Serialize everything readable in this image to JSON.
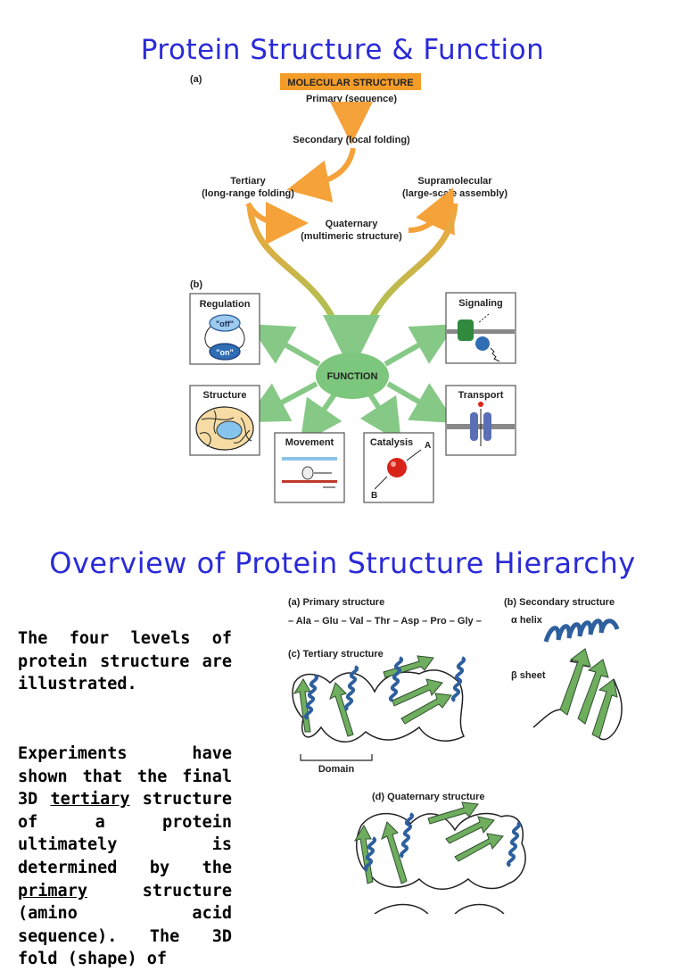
{
  "slide1": {
    "title": "Protein Structure & Function",
    "panel_a_label": "(a)",
    "panel_b_label": "(b)",
    "molecular_structure": "MOLECULAR STRUCTURE",
    "primary": "Primary (sequence)",
    "secondary": "Secondary (local folding)",
    "tertiary_1": "Tertiary",
    "tertiary_2": "(long-range folding)",
    "supramolecular_1": "Supramolecular",
    "supramolecular_2": "(large-scale assembly)",
    "quaternary_1": "Quaternary",
    "quaternary_2": "(multimeric structure)",
    "function": "FUNCTION",
    "regulation": "Regulation",
    "off": "\"off\"",
    "on": "\"on\"",
    "signaling": "Signaling",
    "structure": "Structure",
    "transport": "Transport",
    "movement": "Movement",
    "catalysis": "Catalysis",
    "cat_a": "A",
    "cat_b": "B"
  },
  "slide2": {
    "title": "Overview of Protein Structure Hierarchy",
    "para1": "The four levels of protein structure are illustrated.",
    "para2_a": "Experiments have shown that the final 3D ",
    "para2_u1": "tertiary",
    "para2_b": " structure of a protein ultimately is determined by the ",
    "para2_u2": "primary",
    "para2_c": " structure (amino acid sequence). The 3D fold (shape) of",
    "primary_label": "(a) Primary structure",
    "sequence": "– Ala – Glu – Val – Thr – Asp – Pro – Gly –",
    "secondary_label": "(b) Secondary structure",
    "alpha_helix": "α helix",
    "beta_sheet": "β sheet",
    "tertiary_label": "(c) Tertiary structure",
    "domain": "Domain",
    "quaternary_label": "(d) Quaternary structure"
  },
  "colors": {
    "title": "#2a2ad8",
    "orange_box": "#f39c27",
    "arrow_orange": "#f5a23a",
    "arrow_green": "#7fc97f",
    "function_green": "#7dc67d",
    "helix_blue": "#2e5f9e",
    "sheet_green": "#6fae5f"
  }
}
